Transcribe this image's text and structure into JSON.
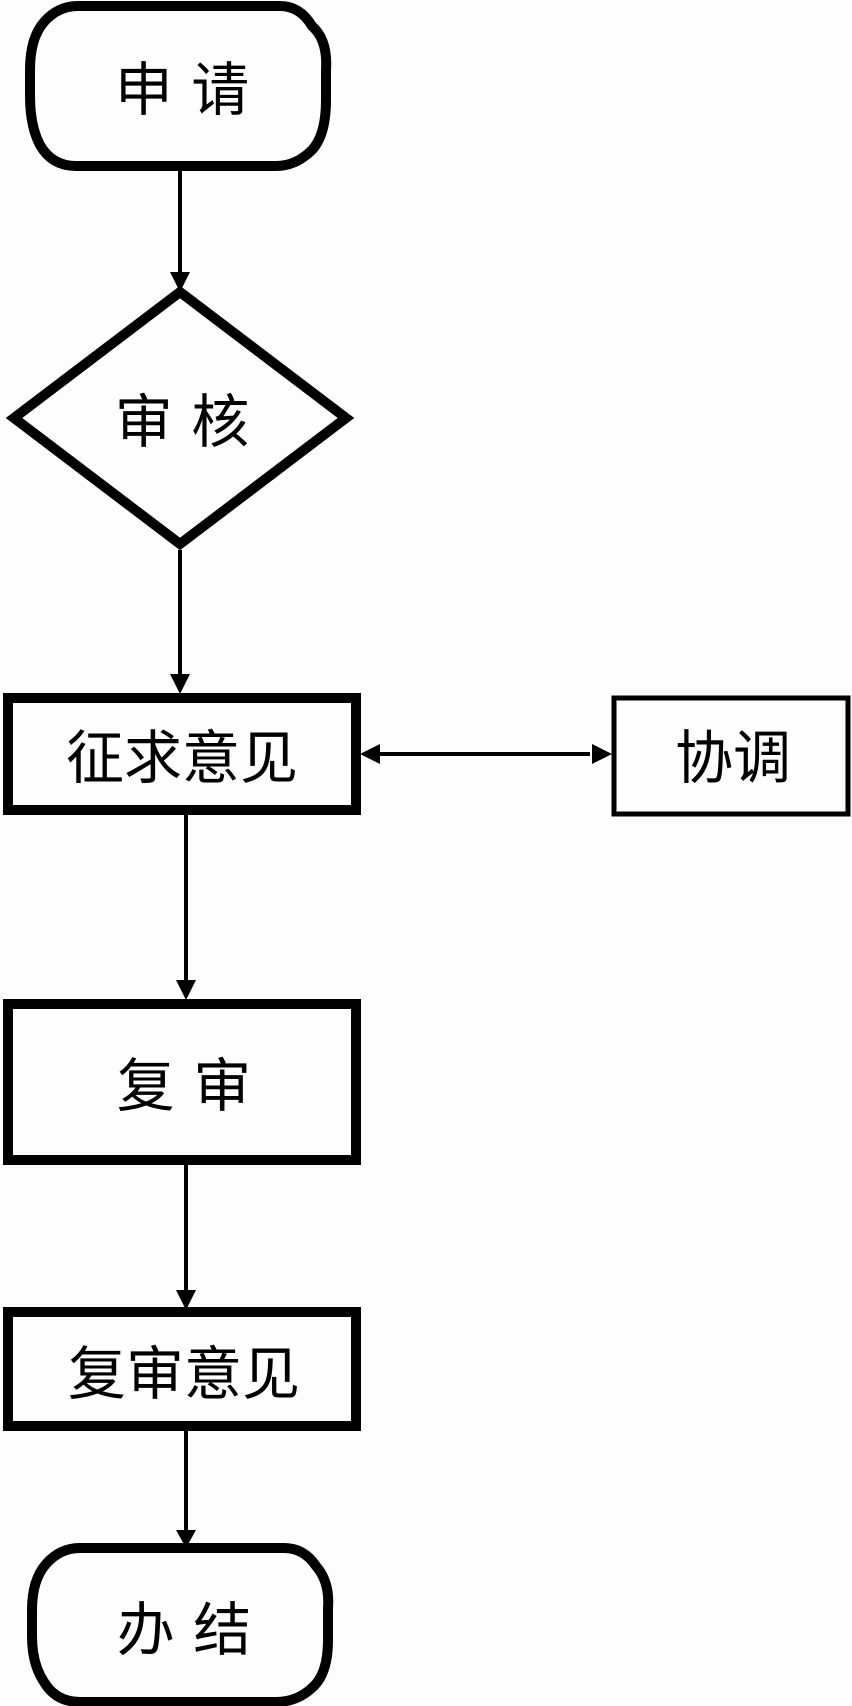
{
  "diagram": {
    "type": "flowchart",
    "nodes": {
      "apply": {
        "label": "申 请",
        "shape": "terminator"
      },
      "review": {
        "label": "审 核",
        "shape": "decision"
      },
      "consult": {
        "label": "征求意见",
        "shape": "process"
      },
      "coordinate": {
        "label": "协调",
        "shape": "process"
      },
      "recheck": {
        "label": "复 审",
        "shape": "process"
      },
      "recheck_opinion": {
        "label": "复审意见",
        "shape": "process"
      },
      "complete": {
        "label": "办 结",
        "shape": "terminator"
      }
    },
    "edges": [
      {
        "from": "申 请",
        "to": "审 核"
      },
      {
        "from": "审 核",
        "to": "征求意见"
      },
      {
        "from": "征求意见",
        "to": "协调",
        "bidirectional": true
      },
      {
        "from": "征求意见",
        "to": "复 审"
      },
      {
        "from": "复 审",
        "to": "复审意见"
      },
      {
        "from": "复审意见",
        "to": "办 结"
      }
    ],
    "colors": {
      "stroke": "#000000",
      "background": "#fdfdfd",
      "text": "#000000"
    }
  }
}
